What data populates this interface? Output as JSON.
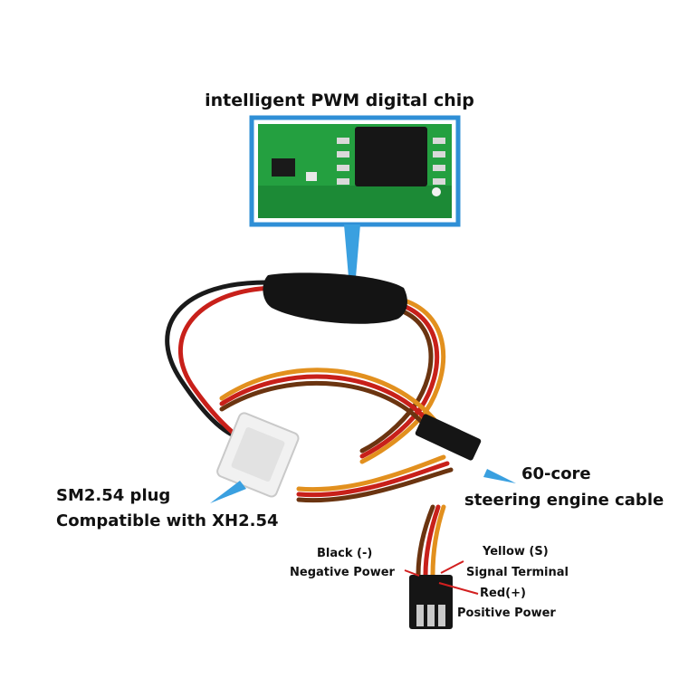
{
  "chip_label": "intelligent PWM digital chip",
  "plug_label": {
    "line1": "SM2.54 plug",
    "line2": "Compatible with XH2.54"
  },
  "cable_label": {
    "line1": "60-core",
    "line2": "steering engine cable"
  },
  "pins": {
    "black": "Black (-)",
    "negative": "Negative Power",
    "yellow": "Yellow (S)",
    "signal": "Signal Terminal",
    "red": "Red(+)",
    "positive": "Positive Power"
  },
  "colors": {
    "pcb": "#1f9a3a",
    "callout": "#3aa0e0",
    "wire_red": "#c8201a",
    "wire_black": "#1a1a1a",
    "wire_orange": "#e2901e",
    "wire_brown": "#6b3410"
  }
}
